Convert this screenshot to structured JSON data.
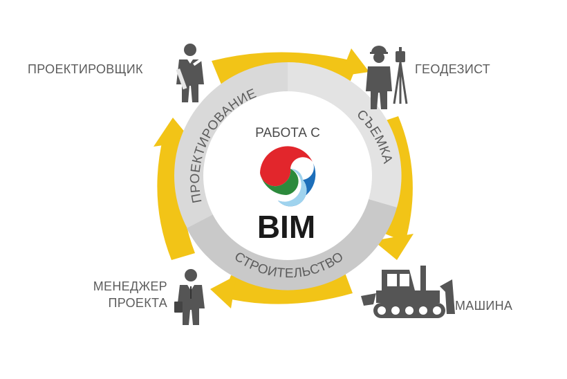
{
  "center": {
    "top_text": "РАБОТА С",
    "brand_text": "BIM",
    "logo_colors": [
      "#e2262c",
      "#2c8a3c",
      "#1d6fba",
      "#9fd3ee"
    ]
  },
  "ring_segments": [
    {
      "label": "ПРОЕКТИРОВАНИЕ"
    },
    {
      "label": "СЪЕМКА"
    },
    {
      "label": "СТРОИТЕЛЬСТВО"
    }
  ],
  "roles": {
    "designer": {
      "label": "ПРОЕКТИРОВЩИК",
      "icon": "designer-person-icon"
    },
    "surveyor": {
      "label": "ГЕОДЕЗИСТ",
      "icon": "surveyor-with-tripod-icon"
    },
    "manager": {
      "label_line1": "МЕНЕДЖЕР",
      "label_line2": "ПРОЕКТА",
      "icon": "manager-person-icon"
    },
    "machine": {
      "label": "МАШИНА",
      "icon": "bulldozer-icon"
    }
  },
  "colors": {
    "arrow_yellow": "#f2c417",
    "ring_gray": "#d9d9d9",
    "ring_gray_dark": "#c4c4c4",
    "text_gray": "#5c5c5c",
    "icon_gray": "#555555"
  }
}
